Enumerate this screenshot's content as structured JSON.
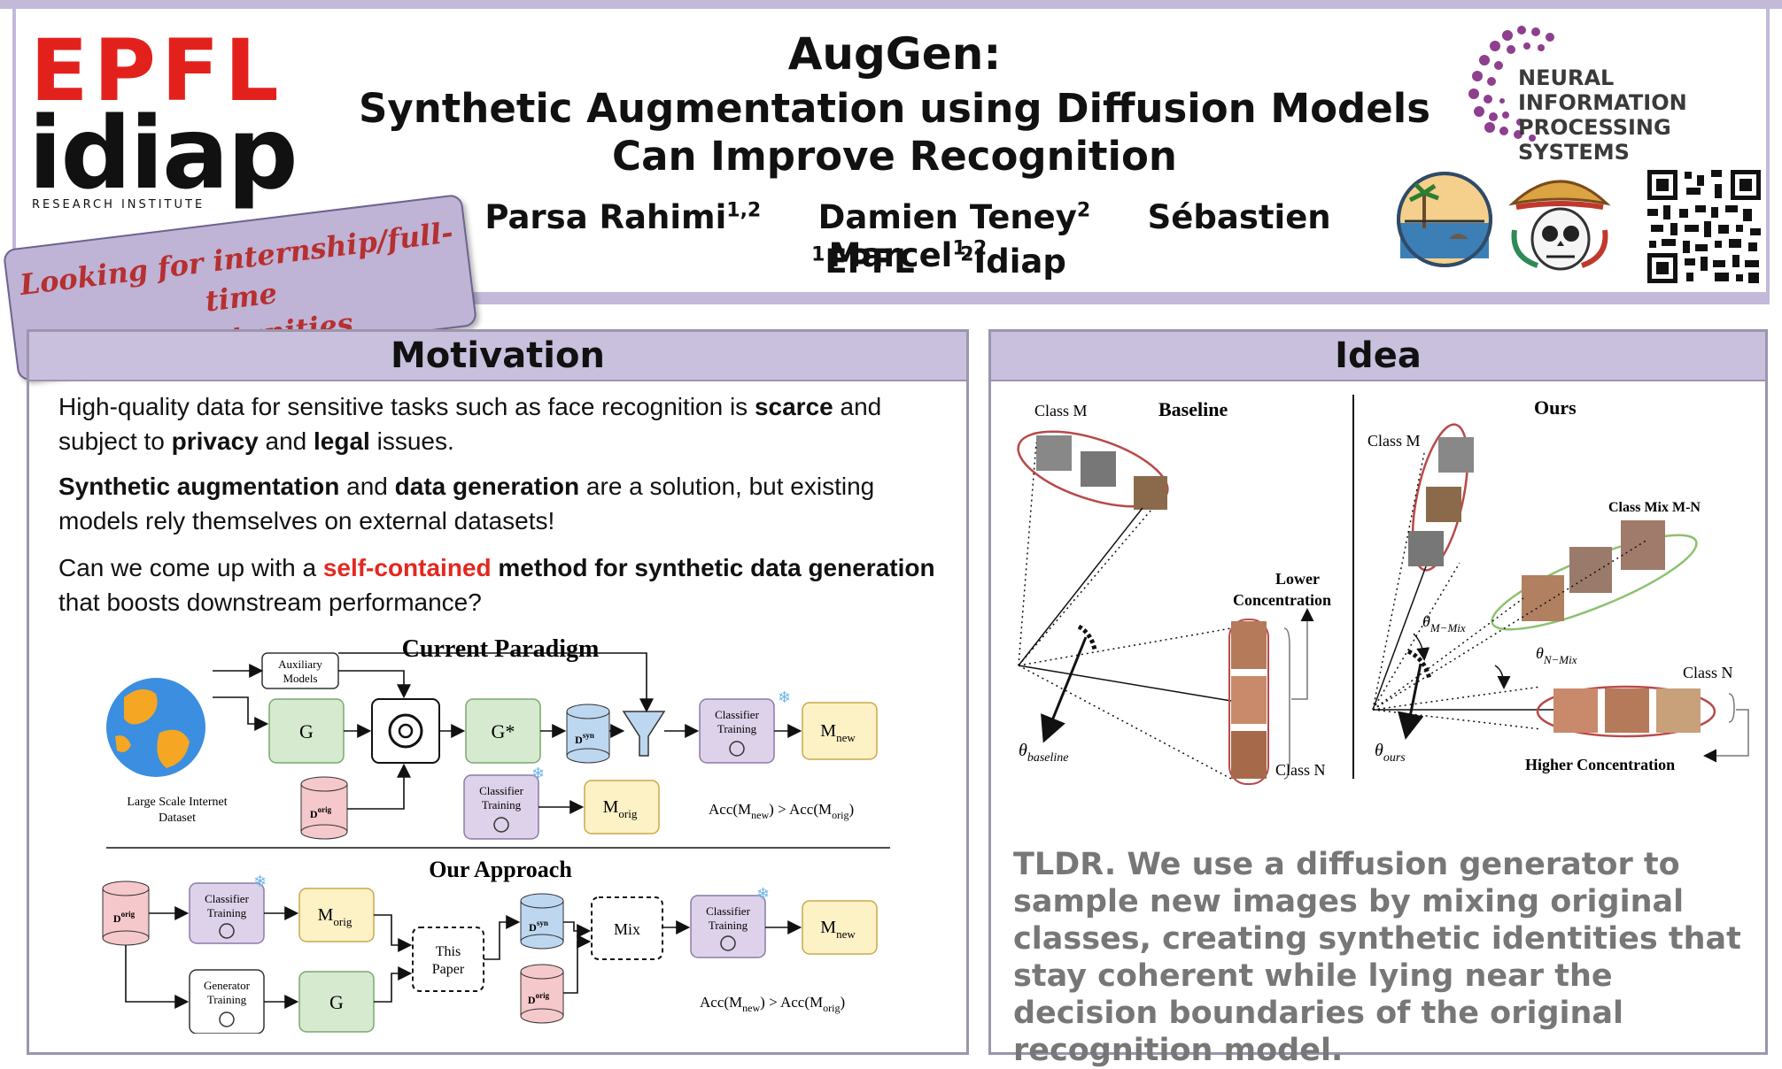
{
  "header": {
    "epfl_logo": "EPFL",
    "idiap_logo": "idiap",
    "idiap_subtitle": "RESEARCH INSTITUTE",
    "title_line1": "AugGen:",
    "title_line2": "Synthetic Augmentation using Diffusion Models",
    "title_line3": "Can Improve Recognition",
    "authors": [
      {
        "name": "Parsa Rahimi",
        "sup": "1,2"
      },
      {
        "name": "Damien Teney",
        "sup": "2"
      },
      {
        "name": "Sébastien Marcel",
        "sup": "1,2"
      }
    ],
    "affiliations": [
      {
        "sup": "1",
        "name": "EPFL"
      },
      {
        "sup": "2",
        "name": "Idiap"
      }
    ],
    "neurips_line1": "NEURAL INFORMATION",
    "neurips_line2": "PROCESSING SYSTEMS",
    "banner_line1": "Looking for internship/full-time",
    "banner_line2": "opportunities"
  },
  "motivation": {
    "heading": "Motivation",
    "p1a": "High-quality data for sensitive tasks such as face recognition is ",
    "p1b": "scarce",
    "p1c": " and subject to ",
    "p1d": "privacy",
    "p1e": " and ",
    "p1f": "legal",
    "p1g": " issues.",
    "p2a": "Synthetic augmentation",
    "p2b": " and ",
    "p2c": "data generation",
    "p2d": " are a solution, but existing models rely themselves on external datasets!",
    "p3a": "Can we come up with a ",
    "p3b": "self-contained",
    "p3c": " method for synthetic data generation",
    "p3d": " that boosts downstream performance?",
    "diagram": {
      "current_title": "Current Paradigm",
      "our_title": "Our Approach",
      "aux_models": [
        "Auxiliary",
        "Models"
      ],
      "g": "G",
      "g_star": "G*",
      "d_syn": "D",
      "d_syn_sup": "syn",
      "d_orig": "D",
      "d_orig_sup": "orig",
      "classifier": [
        "Classifier",
        "Training"
      ],
      "generator": [
        "Generator",
        "Training"
      ],
      "m_new": "M",
      "m_new_sub": "new",
      "m_orig": "M",
      "m_orig_sub": "orig",
      "dataset_label": [
        "Large Scale Internet",
        "Dataset"
      ],
      "acc_eq": "Acc(M",
      "acc_new_sub": "new",
      "acc_mid": ") > Acc(M",
      "acc_orig_sub": "orig",
      "acc_end": ")",
      "this_paper": [
        "This",
        "Paper"
      ],
      "mix": "Mix"
    }
  },
  "idea": {
    "heading": "Idea",
    "baseline": "Baseline",
    "ours": "Ours",
    "class_m": "Class M",
    "class_n": "Class N",
    "class_mix": "Class Mix M-N",
    "lower_conc": [
      "Lower",
      "Concentration"
    ],
    "higher_conc": "Higher Concentration",
    "theta_baseline": "θ",
    "theta_baseline_sub": "baseline",
    "theta_ours": "θ",
    "theta_ours_sub": "ours",
    "theta_mmix": "θ",
    "theta_mmix_sub": "M−Mix",
    "theta_nmix": "θ",
    "theta_nmix_sub": "N−Mix",
    "tldr_lead": "TLDR.",
    "tldr_body": " We use a diffusion generator to sample new images by mixing original classes, creating synthetic identities that stay coherent while lying near the decision boundaries of the original recognition model."
  },
  "colors": {
    "accent": "#c3b9d9",
    "panel_head": "#c9c0dd",
    "red": "#e3281f",
    "green_box": "#d6ead0",
    "purple_box": "#ddd2ea",
    "yellow_box": "#fdf1c6",
    "blue_cyl": "#bdd7f0",
    "pink_cyl": "#f5c8cc"
  }
}
